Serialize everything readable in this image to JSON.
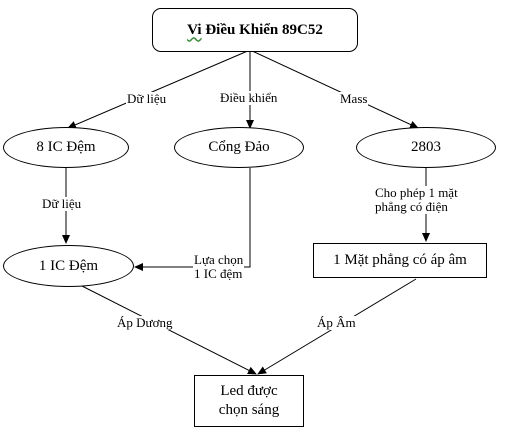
{
  "nodes": {
    "top_prefix": "Vi",
    "top_rest": " Điều Khiển 89C52",
    "ic8": "8 IC Đệm",
    "cong_dao": "Cổng Đảo",
    "n2803": "2803",
    "ic1": "1 IC Đệm",
    "mat_phang": "1 Mặt phẳng có áp âm",
    "led_line1": "Led được",
    "led_line2": "chọn sáng"
  },
  "edge_labels": {
    "du_lieu_1": "Dữ liệu",
    "dieu_khien": "Điều khiển",
    "mass": "Mass",
    "du_lieu_2": "Dữ liệu",
    "lua_chon_1": "Lựa chọn",
    "lua_chon_2": "1 IC đệm",
    "cho_phep_1": "Cho phép 1 mặt",
    "cho_phep_2": "phẳng có điện",
    "ap_duong": "Áp Dương",
    "ap_am": "Áp Âm"
  }
}
